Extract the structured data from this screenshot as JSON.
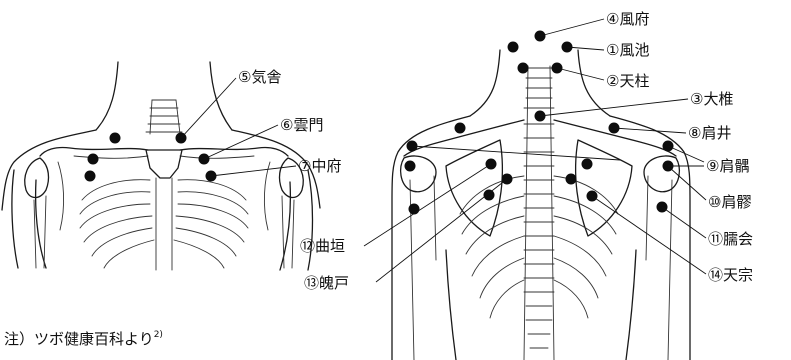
{
  "points": [
    {
      "num": "④",
      "name": "風府"
    },
    {
      "num": "①",
      "name": "風池"
    },
    {
      "num": "②",
      "name": "天柱"
    },
    {
      "num": "③",
      "name": "大椎"
    },
    {
      "num": "⑧",
      "name": "肩井"
    },
    {
      "num": "⑨",
      "name": "肩髃"
    },
    {
      "num": "⑩",
      "name": "肩髎"
    },
    {
      "num": "⑪",
      "name": "臑会"
    },
    {
      "num": "⑭",
      "name": "天宗"
    },
    {
      "num": "⑫",
      "name": "曲垣"
    },
    {
      "num": "⑬",
      "name": "魄戸"
    },
    {
      "num": "⑤",
      "name": "気舎"
    },
    {
      "num": "⑥",
      "name": "雲門"
    },
    {
      "num": "⑦",
      "name": "中府"
    }
  ],
  "note": {
    "text": "注）ツボ健康百科より",
    "ref": "2)"
  },
  "colors": {
    "ink": "#111111",
    "background": "#ffffff"
  }
}
